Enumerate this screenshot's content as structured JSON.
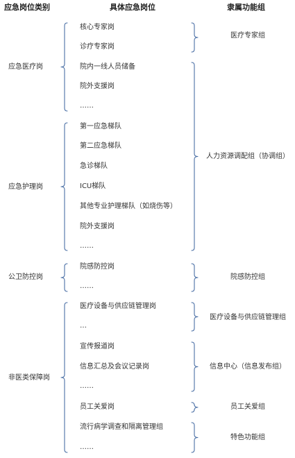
{
  "headers": {
    "category": "应急岗位类别",
    "position": "具体应急岗位",
    "function": "隶属功能组"
  },
  "categories": [
    {
      "label": "应急医疗岗"
    },
    {
      "label": "应急护理岗"
    },
    {
      "label": "公卫防控岗"
    },
    {
      "label": "非医类保障岗"
    }
  ],
  "positions": [
    {
      "label": "核心专家岗"
    },
    {
      "label": "诊疗专家岗"
    },
    {
      "label": "院内一线人员储备"
    },
    {
      "label": "院外支援岗"
    },
    {
      "label": "……"
    },
    {
      "label": "第一应急梯队"
    },
    {
      "label": "第二应急梯队"
    },
    {
      "label": "急诊梯队"
    },
    {
      "label": "ICU梯队"
    },
    {
      "label": "其他专业护理梯队（如烧伤等）"
    },
    {
      "label": "院外支援岗"
    },
    {
      "label": "……"
    },
    {
      "label": "院感防控岗"
    },
    {
      "label": "……"
    },
    {
      "label": "医疗设备与供应链管理岗"
    },
    {
      "label": "…"
    },
    {
      "label": "宣传报道岗"
    },
    {
      "label": "信息汇总及会议记录岗"
    },
    {
      "label": "……"
    },
    {
      "label": "员工关爱岗"
    },
    {
      "label": "流行病学调查和隔离管理组"
    },
    {
      "label": "……"
    }
  ],
  "functions": [
    {
      "label": "医疗专家组"
    },
    {
      "label": "人力资源调配组（协调组）"
    },
    {
      "label": "院感防控组"
    },
    {
      "label": "医疗设备与供应链管理组"
    },
    {
      "label": "信息中心（信息发布组）"
    },
    {
      "label": "员工关爱组"
    },
    {
      "label": "特色功能组"
    }
  ],
  "colors": {
    "bracket": "#4a6fa5",
    "text": "#333333"
  }
}
